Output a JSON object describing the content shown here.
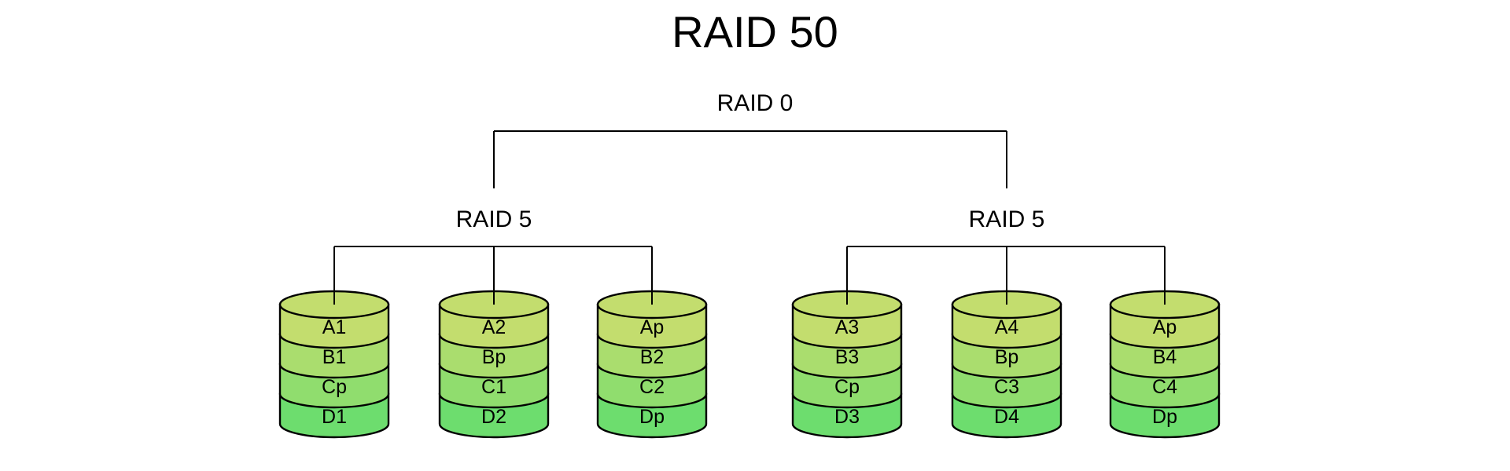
{
  "title": "RAID 50",
  "top_label": "RAID 0",
  "groups": [
    {
      "label": "RAID 5",
      "disks": [
        {
          "blocks": [
            "A1",
            "B1",
            "Cp",
            "D1"
          ]
        },
        {
          "blocks": [
            "A2",
            "Bp",
            "C1",
            "D2"
          ]
        },
        {
          "blocks": [
            "Ap",
            "B2",
            "C2",
            "Dp"
          ]
        }
      ]
    },
    {
      "label": "RAID 5",
      "disks": [
        {
          "blocks": [
            "A3",
            "B3",
            "Cp",
            "D3"
          ]
        },
        {
          "blocks": [
            "A4",
            "Bp",
            "C3",
            "D4"
          ]
        },
        {
          "blocks": [
            "Ap",
            "B4",
            "C4",
            "Dp"
          ]
        }
      ]
    }
  ],
  "colors": {
    "layer_fills": [
      "#c3dd6e",
      "#aadd6e",
      "#90dd6e",
      "#6ddd6e"
    ],
    "top_fill": "#c3dd6e",
    "line": "#000000"
  }
}
